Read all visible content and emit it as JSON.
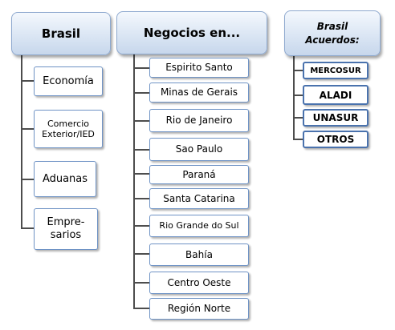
{
  "brasil": {
    "title": "Brasil",
    "items": [
      "Economía",
      "Comercio Exterior/IED",
      "Aduanas",
      "Empre-sarios"
    ]
  },
  "negocios": {
    "title": "Negocios en...",
    "items": [
      "Espirito Santo",
      "Minas de Gerais",
      "Rio de Janeiro",
      "Sao Paulo",
      "Paraná",
      "Santa Catarina",
      "Rio Grande do Sul",
      "Bahía",
      "Centro Oeste",
      "Región Norte"
    ]
  },
  "acuerdos": {
    "title_line1": "Brasil",
    "title_line2": "Acuerdos:",
    "items": [
      "MERCOSUR",
      "ALADI",
      "UNASUR",
      "OTROS"
    ]
  }
}
